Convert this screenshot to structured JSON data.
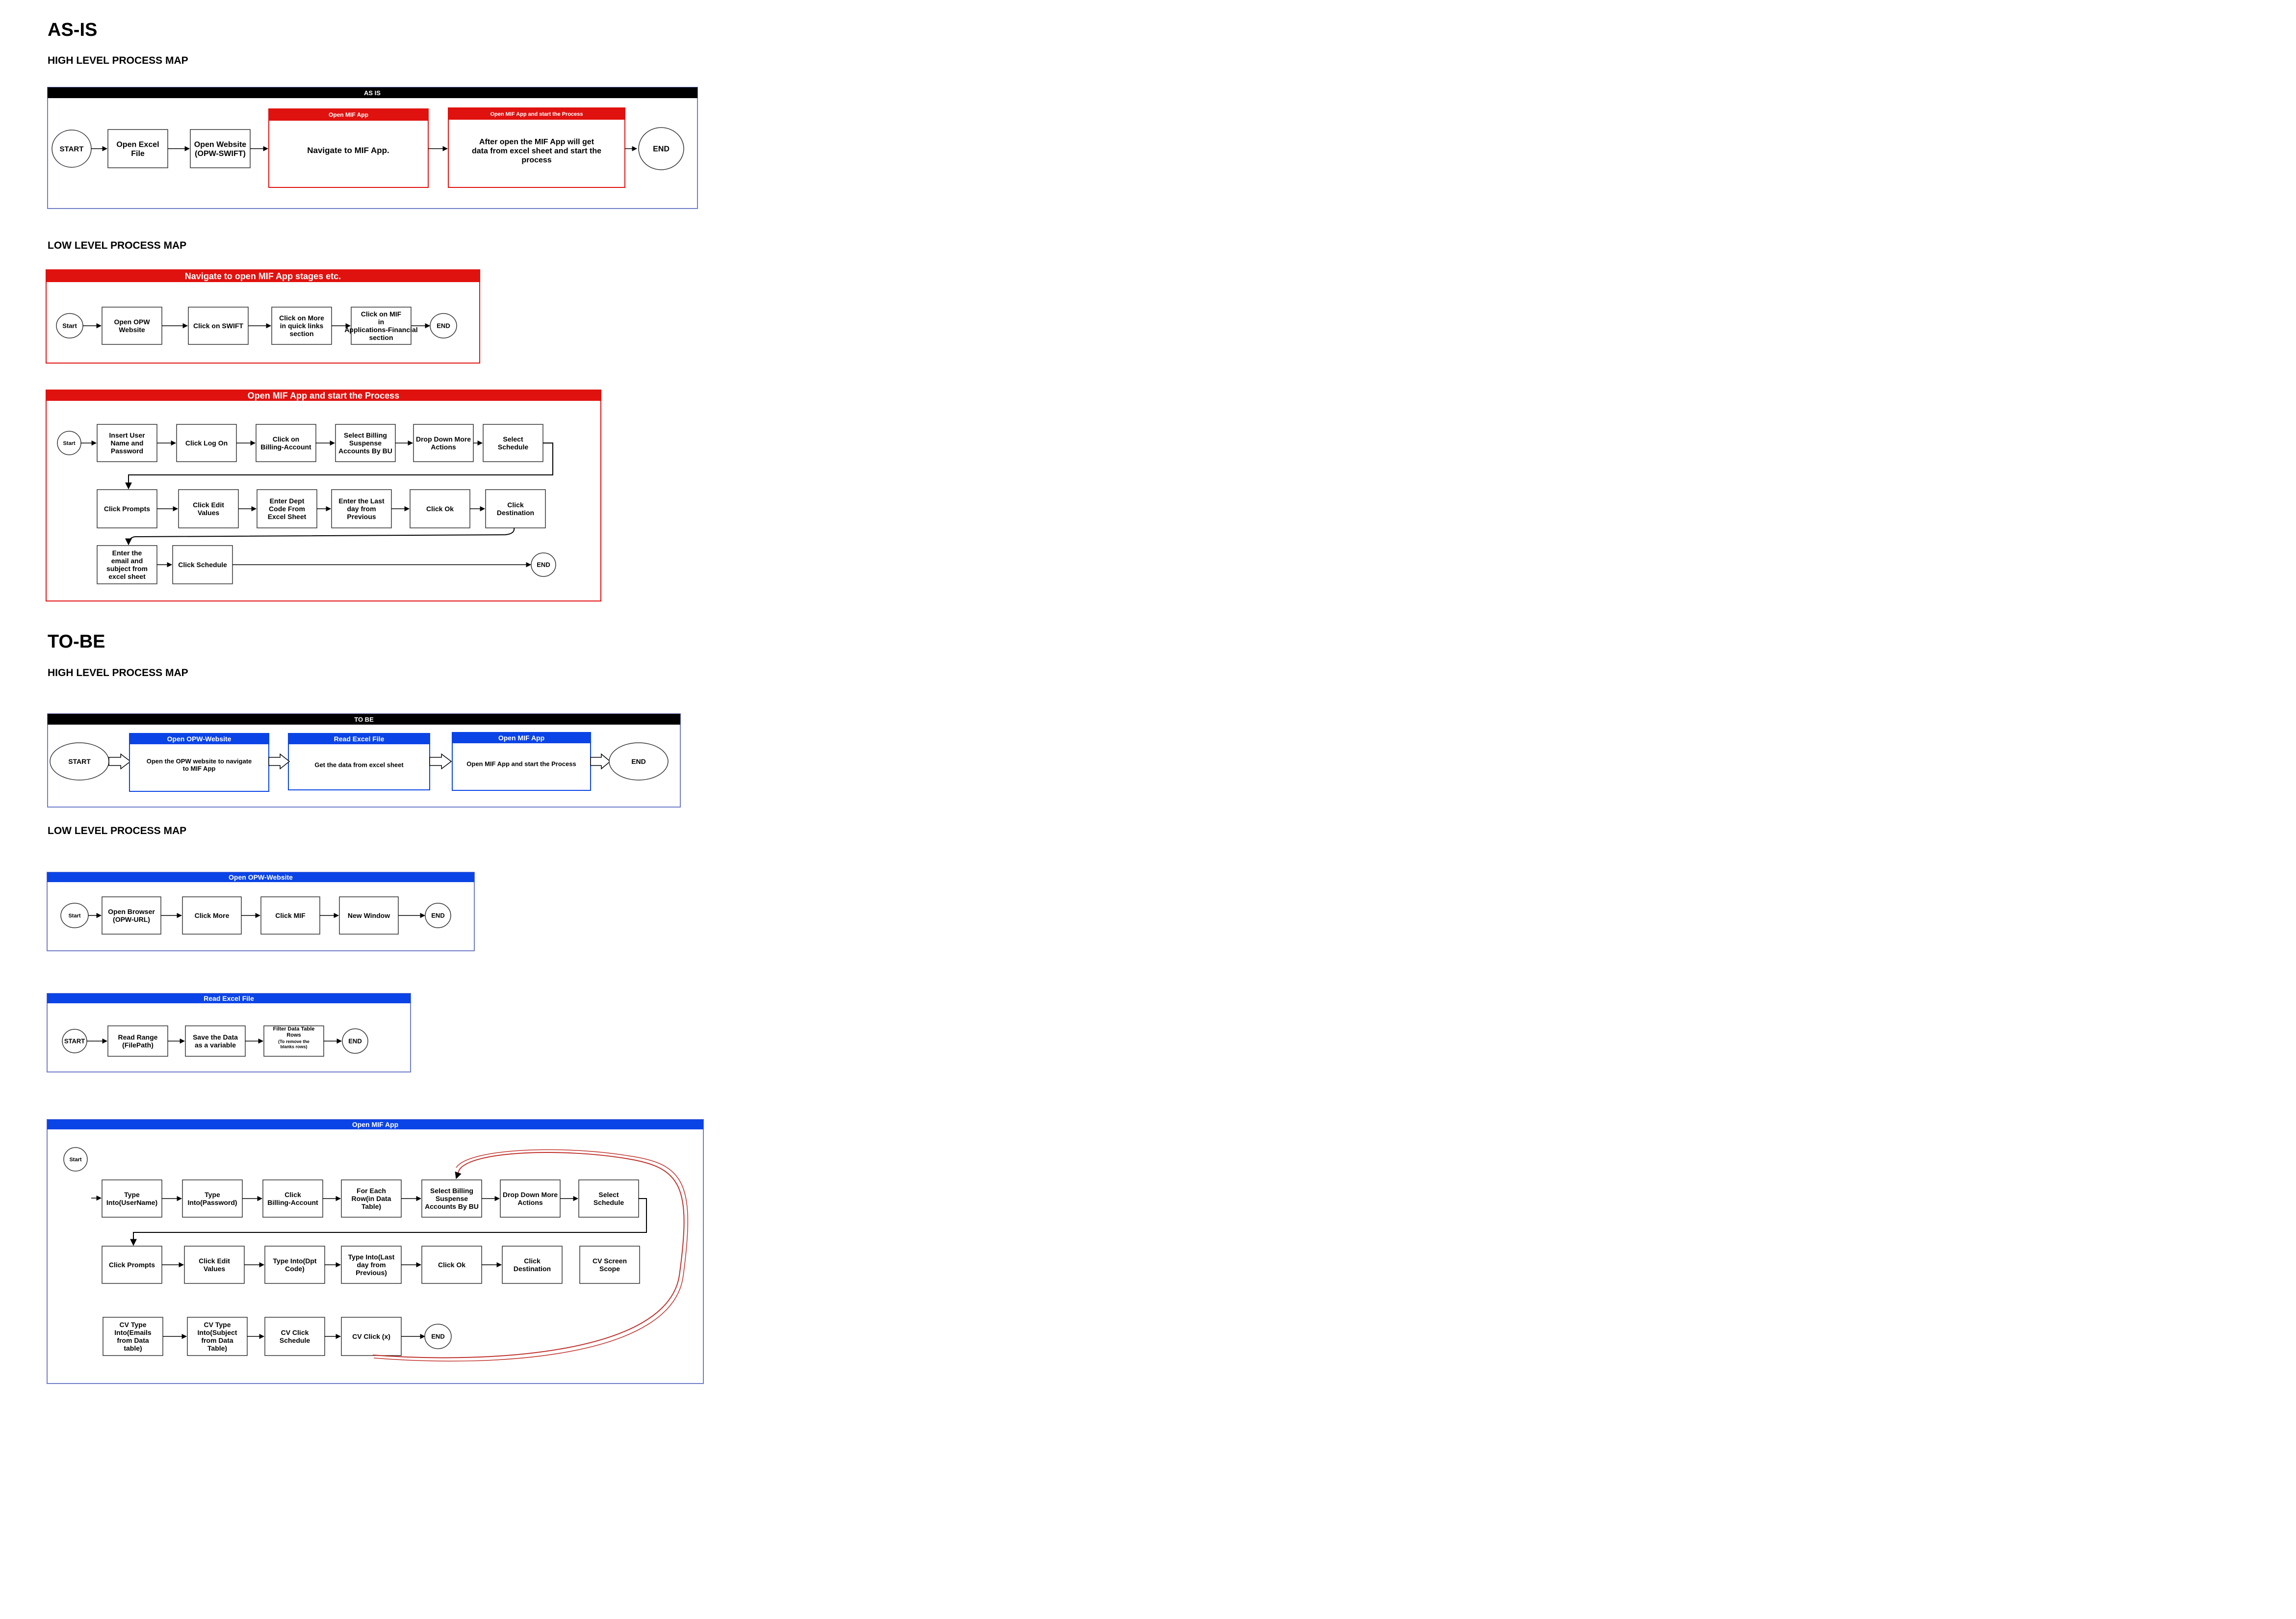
{
  "asis": {
    "section_title": "AS-IS",
    "high_level": {
      "title": "HIGH LEVEL PROCESS MAP",
      "frame_header": "AS IS",
      "start": "START",
      "open_excel": "Open Excel File",
      "open_website": "Open Website (OPW-SWIFT)",
      "swimlane1": {
        "header": "Open MIF App",
        "body": "Navigate to MIF App."
      },
      "swimlane2": {
        "header": "Open MIF App and start the Process",
        "body": "After open the MIF App will get data from excel sheet and start the process"
      },
      "end": "END"
    },
    "low_level": {
      "title": "LOW LEVEL PROCESS MAP",
      "navigate": {
        "header": "Navigate to open MIF App stages etc.",
        "start": "Start",
        "steps": [
          "Open OPW Website",
          "Click on SWIFT",
          "Click on More in quick links section",
          "Click on MIF in Applications-Financial section"
        ],
        "end": "END"
      },
      "process": {
        "header": "Open MIF App and start the Process",
        "start": "Start",
        "row1": [
          "Insert User Name and Password",
          "Click Log On",
          "Click on Billing-Account",
          "Select Billing Suspense Accounts By BU",
          "Drop Down More Actions",
          "Select Schedule"
        ],
        "row2": [
          "Click Prompts",
          "Click Edit Values",
          "Enter Dept Code From Excel Sheet",
          "Enter the Last day from Previous",
          "Click Ok",
          "Click Destination"
        ],
        "row3": [
          "Enter the email and subject from excel sheet",
          "Click Schedule"
        ],
        "end": "END"
      }
    }
  },
  "tobe": {
    "section_title": "TO-BE",
    "high_level": {
      "title": "HIGH LEVEL PROCESS MAP",
      "frame_header": "TO BE",
      "start": "START",
      "lanes": [
        {
          "header": "Open OPW-Website",
          "body": "Open the OPW website to navigate to MIF App"
        },
        {
          "header": "Read Excel File",
          "body": "Get the data from excel sheet"
        },
        {
          "header": "Open MIF App",
          "body": "Open MIF App and start the Process"
        }
      ],
      "end": "END"
    },
    "low_level": {
      "title": "LOW LEVEL PROCESS MAP",
      "website": {
        "header": "Open OPW-Website",
        "start": "Start",
        "steps": [
          "Open Browser (OPW-URL)",
          "Click More",
          "Click MIF",
          "New Window"
        ],
        "end": "END"
      },
      "excel": {
        "header": "Read Excel File",
        "start": "START",
        "steps": [
          "Read Range (FilePath)",
          "Save the Data as a variable"
        ],
        "filter_title": "Filter Data Table Rows",
        "filter_note": "(To remove the blanks rows)",
        "end": "END"
      },
      "mif": {
        "header": "Open MIF App",
        "start": "Start",
        "row1": [
          "Type Into(UserName)",
          "Type Into(Password)",
          "Click Billing-Account",
          "For Each Row(in Data Table)",
          "Select Billing Suspense Accounts By BU",
          "Drop Down More Actions",
          "Select Schedule"
        ],
        "row2": [
          "Click Prompts",
          "Click Edit Values",
          "Type Into(Dpt Code)",
          "Type Into(Last day from Previous)",
          "Click Ok",
          "Click Destination",
          "CV Screen Scope"
        ],
        "row3": [
          "CV Type Into(Emails from Data table)",
          "CV Type Into(Subject from Data Table)",
          "CV Click Schedule",
          "CV Click (x)"
        ],
        "end": "END"
      }
    }
  },
  "colors": {
    "red": "#e0120f",
    "blue": "#0b44e6",
    "black": "#000000",
    "frame_blue": "#6f7ec9",
    "loop_red": "#c0302a"
  }
}
